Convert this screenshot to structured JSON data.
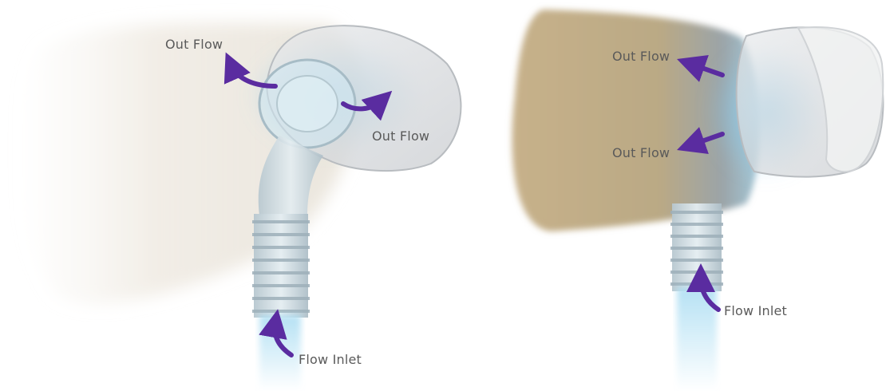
{
  "labels": {
    "left_out_flow_top": "Out Flow",
    "left_out_flow_right": "Out Flow",
    "left_flow_inlet": "Flow Inlet",
    "right_out_flow_top": "Out Flow",
    "right_out_flow_bottom": "Out Flow",
    "right_flow_inlet": "Flow Inlet"
  },
  "colors": {
    "arrow": "#5a2ca0",
    "label_text": "#5a5a5a",
    "air_blue": "#a8dcf2",
    "mask_shell": "#d8dadc",
    "left_face_shadow": "#ebe6dc",
    "right_face_shadow": "#c9b38c"
  },
  "icons": {
    "arrow": "curved-arrow-icon"
  }
}
